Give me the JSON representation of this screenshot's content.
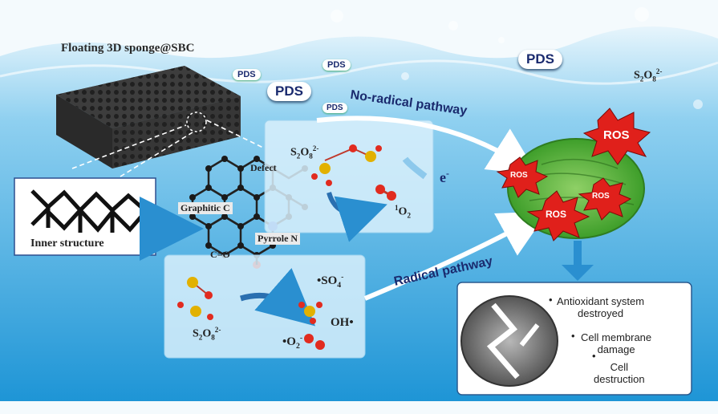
{
  "title": "Floating 3D sponge@SBC",
  "inner_structure": "Inner structure",
  "pds": "PDS",
  "persulfate": {
    "base": "S",
    "sub1": "2",
    "o": "O",
    "sub2": "8",
    "charge": "2-"
  },
  "pathways": {
    "nonradical": "No-radical pathway",
    "radical": "Radical pathway"
  },
  "sites": {
    "defect": "Defect",
    "graphitic": "Graphitic C",
    "pyrrole": "Pyrrole N",
    "carbonyl": "C=O"
  },
  "electron": {
    "e": "e",
    "charge": "-"
  },
  "singlet_oxygen": {
    "sup": "1",
    "o": "O",
    "sub": "2"
  },
  "radicals": {
    "sulfate": {
      "dot": "•",
      "text": "SO",
      "sub": "4",
      "sup": "-"
    },
    "hydroxyl": "OH•",
    "superoxide": {
      "dot": "•",
      "o": "O",
      "sub": "2",
      "sup": "-"
    }
  },
  "ros": "ROS",
  "effects": [
    {
      "line1": "Antioxidant system",
      "line2": "destroyed"
    },
    {
      "line1": "Cell membrane",
      "line2": "damage"
    },
    {
      "line1": "Cell",
      "line2": "destruction"
    }
  ],
  "colors": {
    "water_top": "#cfe9f7",
    "water_deep": "#1a8ccf",
    "panel_fill": "#d8eefa",
    "ros_red": "#e0201b",
    "bacterium_green": "#5fb53a",
    "arrow_blue": "#2a8fd0",
    "text_dark": "#1a2a6e"
  }
}
